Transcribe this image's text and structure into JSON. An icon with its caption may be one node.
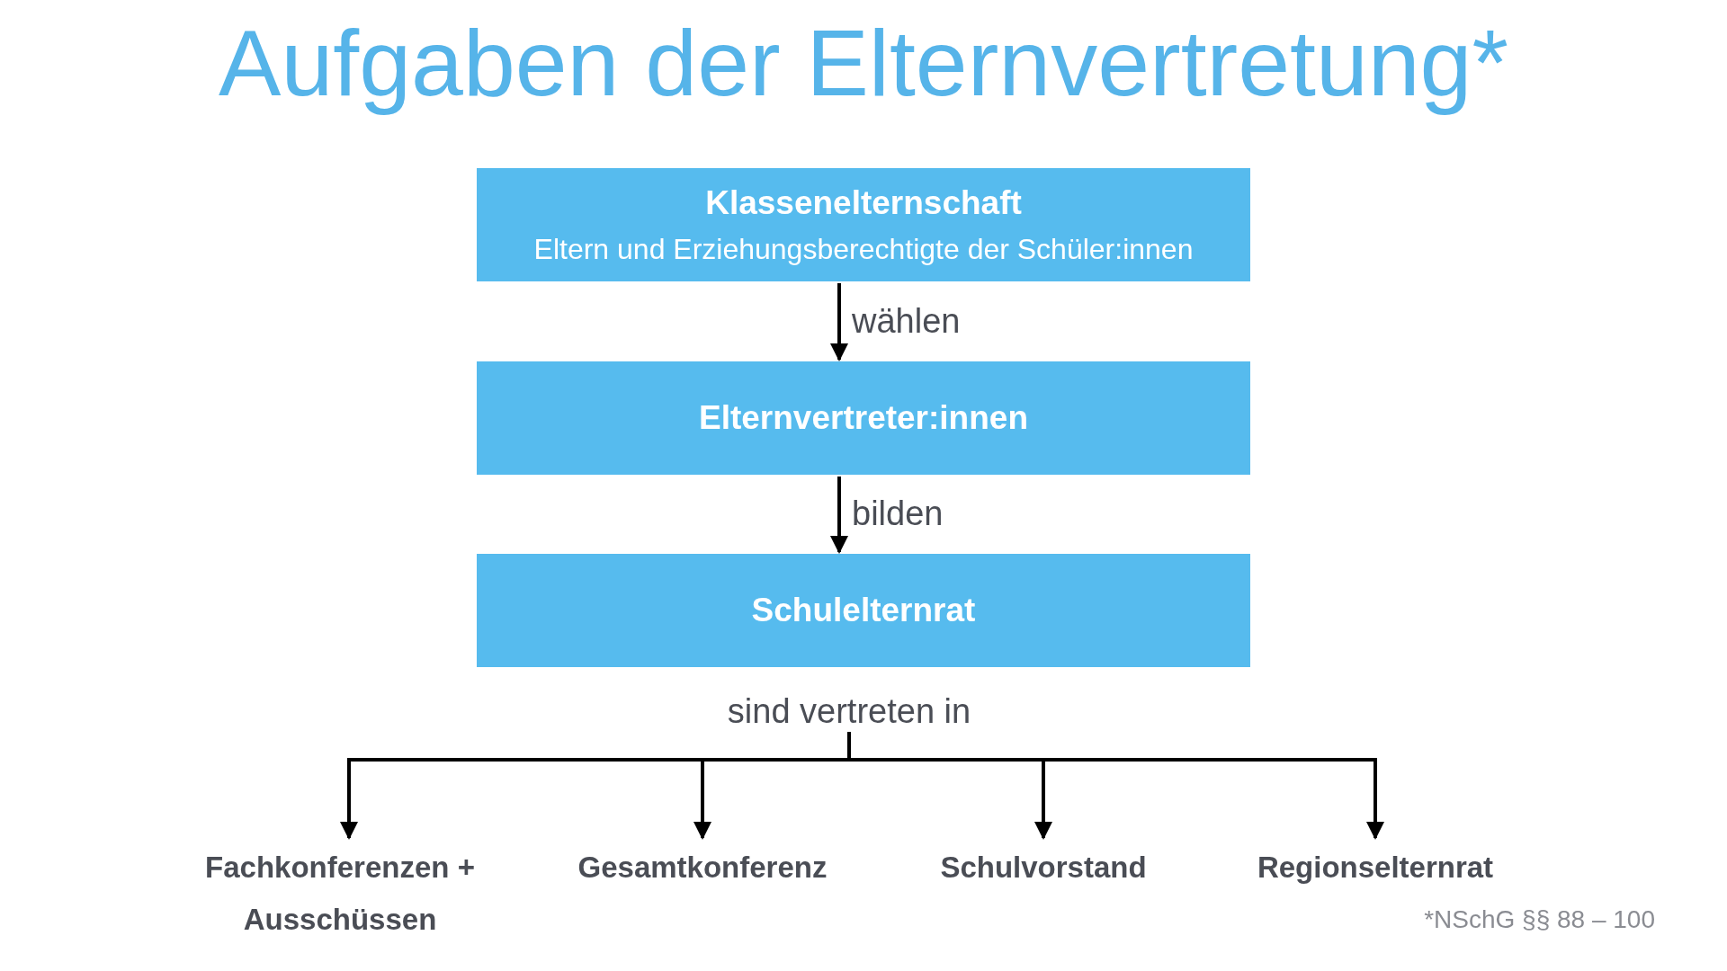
{
  "diagram": {
    "title": "Aufgaben der Elternvertretung*",
    "nodes": [
      {
        "text": [
          "Klassenelternschaft",
          "Eltern und Erziehungsberechtigte der Schüler:innen"
        ]
      },
      {
        "text": [
          "Elternvertreter:innen"
        ]
      },
      {
        "text": [
          "Schulelternrat"
        ]
      },
      {
        "text": [
          "sind vertreten in"
        ]
      },
      {
        "text": [
          "Fachkonferenzen + Ausschüssen"
        ]
      },
      {
        "text": [
          "Gesamtkonferenz"
        ]
      },
      {
        "text": [
          "Schulvorstand"
        ]
      },
      {
        "text": [
          "Regionselternrat"
        ]
      }
    ],
    "edges": [
      {
        "from": 0,
        "to": 1,
        "arrow": "to",
        "label": "wählen"
      },
      {
        "from": 1,
        "to": 2,
        "arrow": "to",
        "label": "bilden"
      },
      {
        "from": 3,
        "to": 4,
        "arrow": "to"
      },
      {
        "from": 3,
        "to": 5,
        "arrow": "to"
      },
      {
        "from": 3,
        "to": 6,
        "arrow": "to"
      },
      {
        "from": 3,
        "to": 7,
        "arrow": "to"
      }
    ],
    "labels": [
      "*NSchG §§ 88 – 100"
    ]
  }
}
